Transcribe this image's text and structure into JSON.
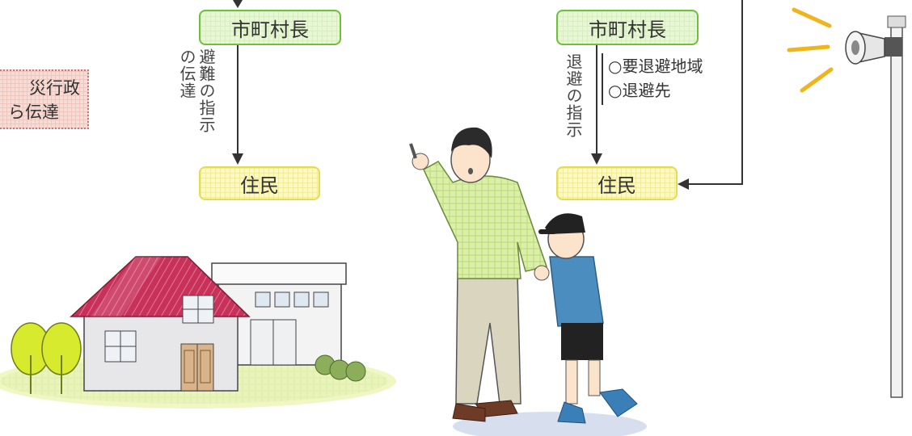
{
  "left_flow": {
    "top_box": "市町村長",
    "instruction_vertical_1": "避難の指示",
    "instruction_vertical_2": "の伝達",
    "bottom_box": "住民"
  },
  "left_note": {
    "line1": "災行政",
    "line2": "ら伝達"
  },
  "right_flow": {
    "top_box": "市町村長",
    "instruction_vertical": "退避の指示",
    "bullets": [
      "○要退避地域",
      "○退避先"
    ],
    "bottom_box": "住民"
  },
  "colors": {
    "green_border": "#6fbf3f",
    "yellow_border": "#e2dd55",
    "note_bg": "#f7dcd6",
    "roof": "#c8325a"
  }
}
